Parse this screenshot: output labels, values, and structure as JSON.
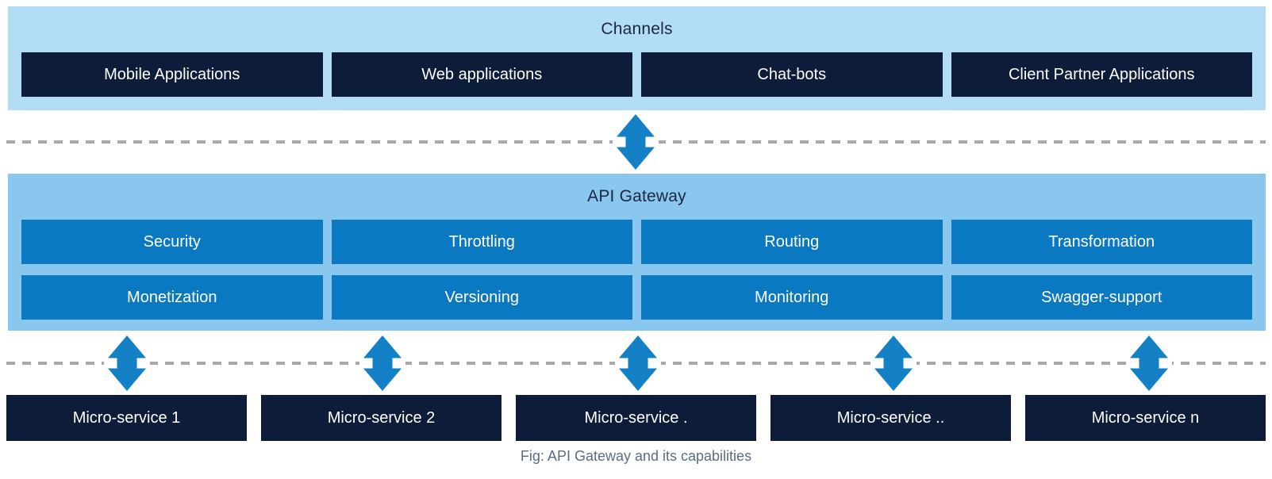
{
  "colors": {
    "channels_panel_bg": "#b2ddf5",
    "gateway_panel_bg": "#8ac7ee",
    "navy_box_bg": "#0d1c39",
    "capability_box_bg": "#0b79c1",
    "arrow_blue": "#1480c6",
    "dash_gray": "#a9a9a9",
    "title_text": "#1b2740",
    "box_text": "#ffffff",
    "caption_text": "#5d6d80"
  },
  "channels": {
    "title": "Channels",
    "items": [
      "Mobile Applications",
      "Web applications",
      "Chat-bots",
      "Client Partner Applications"
    ]
  },
  "gateway": {
    "title": "API Gateway",
    "rows": [
      [
        "Security",
        "Throttling",
        "Routing",
        "Transformation"
      ],
      [
        "Monetization",
        "Versioning",
        "Monitoring",
        "Swagger-support"
      ]
    ]
  },
  "microservices": [
    "Micro-service 1",
    "Micro-service 2",
    "Micro-service .",
    "Micro-service ..",
    "Micro-service n"
  ],
  "caption": "Fig: API Gateway and its capabilities",
  "icons": {
    "connector": "up-down-double-arrow"
  }
}
